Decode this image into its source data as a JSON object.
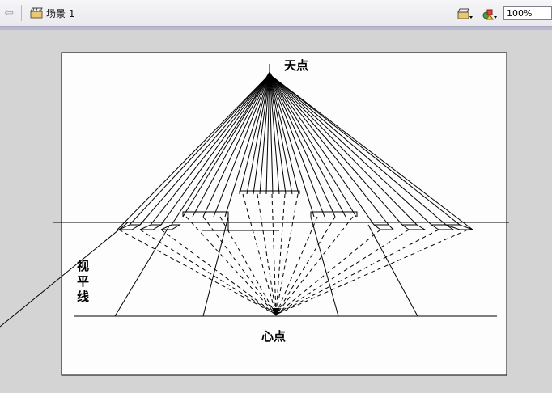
{
  "toolbar": {
    "scene_label": "场景 1",
    "zoom_value": "100%",
    "icons": {
      "back": "back-arrow-icon",
      "scene": "clapperboard-icon",
      "edit_scene": "edit-scene-icon",
      "edit_symbol": "edit-symbol-icon"
    }
  },
  "drawing": {
    "labels": {
      "sky_point": "天点",
      "center_point": "心点",
      "horizon_line": "视\n平\n线"
    }
  },
  "colors": {
    "toolbar_bg": "#ececf2",
    "stage_bg": "#d4d4d4",
    "canvas_bg": "#ffffff",
    "ink": "#000000"
  }
}
